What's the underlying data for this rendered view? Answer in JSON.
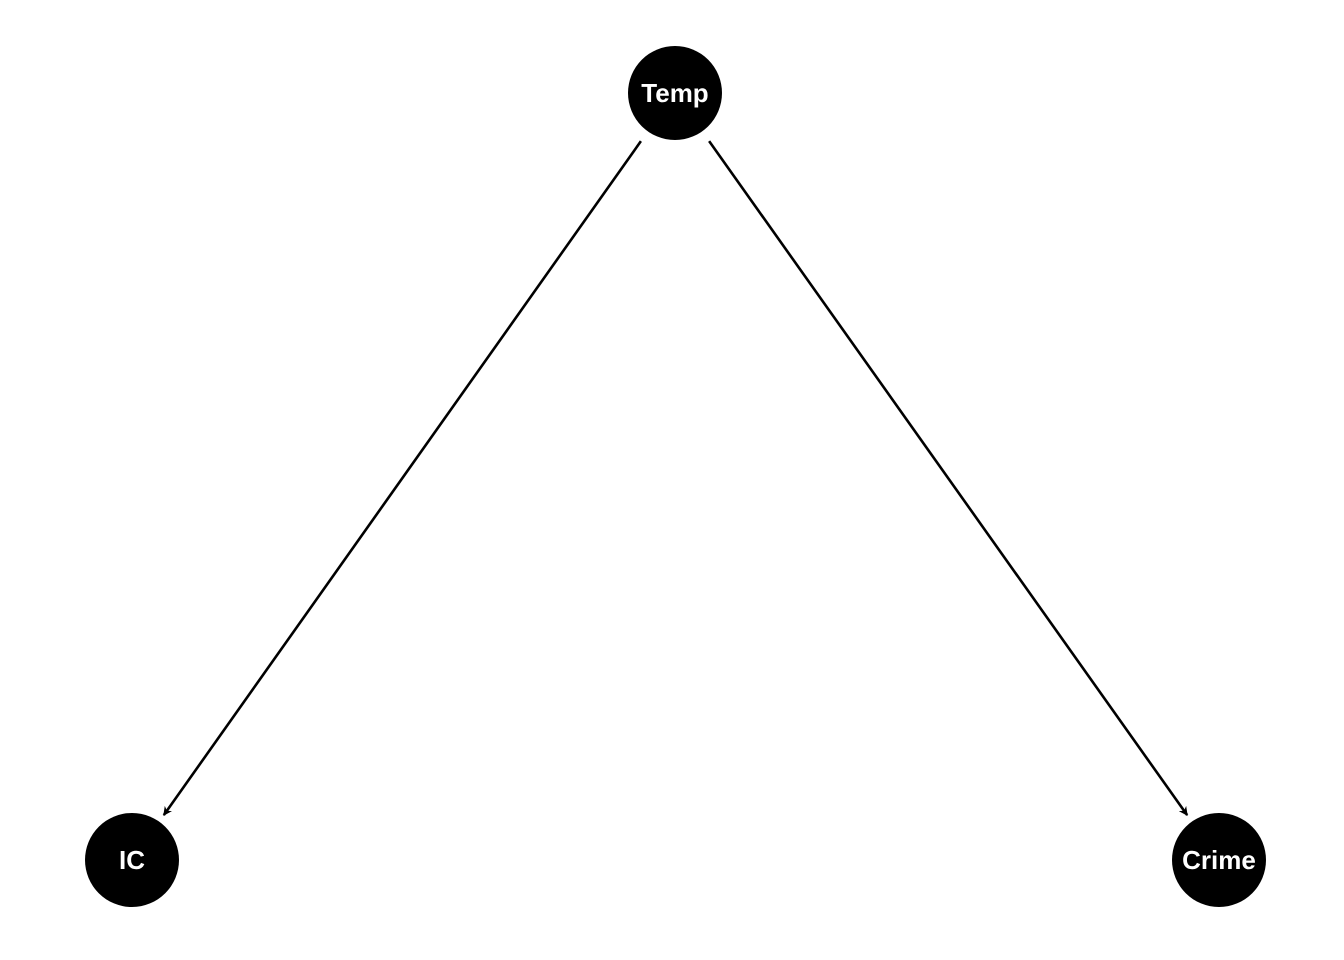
{
  "diagram": {
    "type": "directed-acyclic-graph",
    "node_color": "#000000",
    "label_color": "#ffffff",
    "edge_color": "#000000",
    "nodes": [
      {
        "id": "temp",
        "label": "Temp"
      },
      {
        "id": "ic",
        "label": "IC"
      },
      {
        "id": "crime",
        "label": "Crime"
      }
    ],
    "edges": [
      {
        "from": "temp",
        "to": "ic"
      },
      {
        "from": "temp",
        "to": "crime"
      }
    ]
  }
}
